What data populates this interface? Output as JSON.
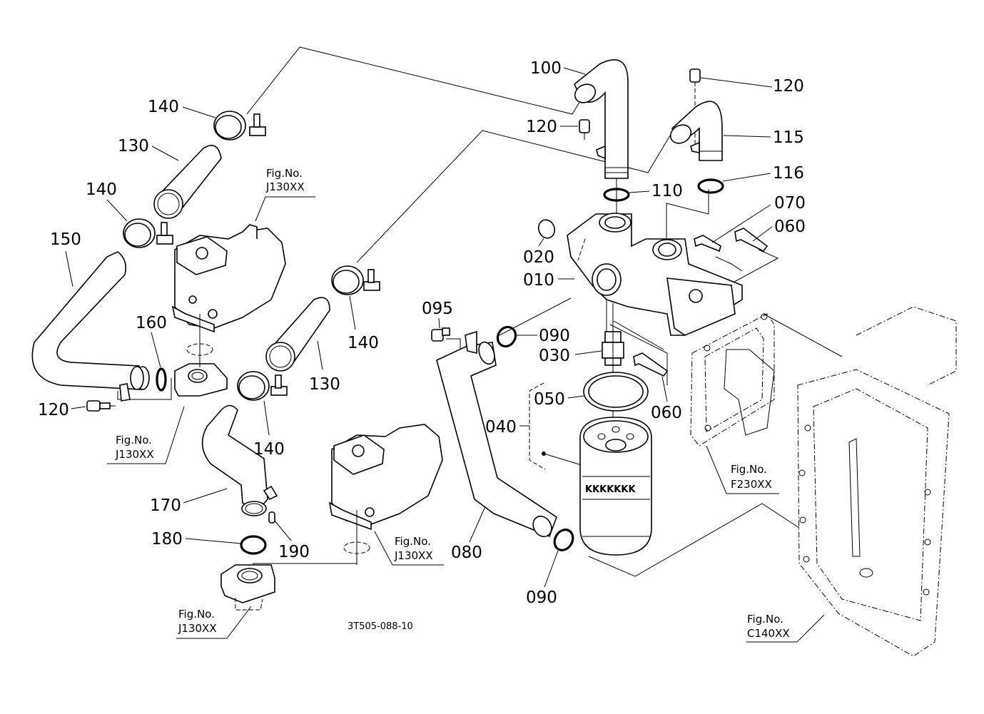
{
  "diagram": {
    "title": "Parts exploded view - hydraulic pipes and oil filter",
    "drawing_code": "3T505-088-10",
    "fig_prefix": "Fig.No.",
    "parts": {
      "p010": "010",
      "p020": "020",
      "p030": "030",
      "p040": "040",
      "p050": "050",
      "p060a": "060",
      "p060b": "060",
      "p070": "070",
      "p080": "080",
      "p090a": "090",
      "p090b": "090",
      "p095": "095",
      "p100": "100",
      "p110": "110",
      "p115": "115",
      "p116": "116",
      "p120a": "120",
      "p120b": "120",
      "p120c": "120",
      "p130a": "130",
      "p130b": "130",
      "p140a": "140",
      "p140b": "140",
      "p140c": "140",
      "p140d": "140",
      "p150": "150",
      "p160": "160",
      "p170": "170",
      "p180": "180",
      "p190": "190"
    },
    "figure_refs": {
      "j130_top": "J130XX",
      "j130_left": "J130XX",
      "j130_mid": "J130XX",
      "j130_bottom": "J130XX",
      "f230": "F230XX",
      "c140": "C140XX"
    },
    "filter_brand": "KKKKKKK"
  }
}
